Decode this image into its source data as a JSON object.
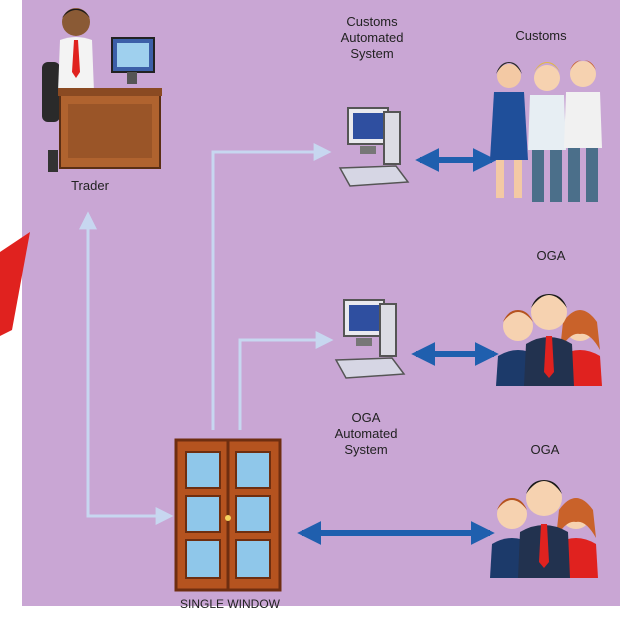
{
  "labels": {
    "trader": "Trader",
    "customs_system": "Customs\nAutomated\nSystem",
    "customs": "Customs",
    "oga_top": "OGA",
    "oga_system": "OGA\nAutomated\nSystem",
    "oga_bottom": "OGA",
    "single_window": "SINGLE WINDOW"
  },
  "colors": {
    "background": "#c9a6d4",
    "page": "#ffffff",
    "light_arrow": "#c7d7f0",
    "blue_arrow": "#1f5fae",
    "window_frame": "#b5531f",
    "glass": "#8fc7ea",
    "accent_red": "#e0221f"
  }
}
